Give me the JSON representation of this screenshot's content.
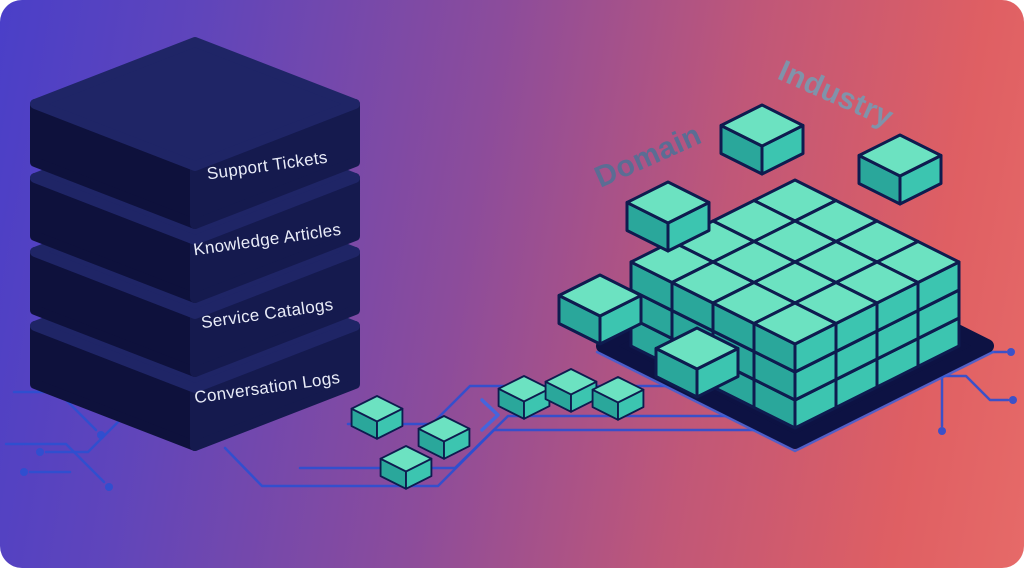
{
  "figure": {
    "stack": {
      "labels": [
        "Support Tickets",
        "Knowledge Articles",
        "Service Catalogs",
        "Conversation Logs"
      ]
    },
    "matrix": {
      "axis_labels": {
        "left": "Domain",
        "right": "Industry"
      },
      "grid": {
        "cols": 4,
        "rows": 4,
        "layers": 3
      }
    },
    "colors": {
      "background_gradient": [
        "#4a3fc8",
        "#8c4c9b",
        "#e05f63"
      ],
      "stack_body": "#1f2566",
      "stack_text": "#e9ecf8",
      "cube_top": "#6ce2c1",
      "cube_side_right": "#3cc5b0",
      "cube_side_left": "#2aa79b",
      "platform": "#0d1243",
      "circuit": "#2e4fd0",
      "domain_label": "#5b6d94",
      "industry_label": "#8093aa"
    }
  }
}
